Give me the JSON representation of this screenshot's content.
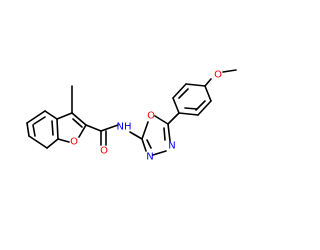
{
  "molecule": {
    "colors": {
      "bond": "#000000",
      "oxygen": "#ff0000",
      "nitrogen": "#0000ff",
      "background": "#ffffff"
    },
    "atoms": {
      "o_furan": "O",
      "o_carbonyl": "O",
      "n_amide": "NH",
      "o_oxadiazole": "O",
      "n_oxadiazole_1": "N",
      "n_oxadiazole_2": "N",
      "o_methoxy": "O"
    }
  }
}
